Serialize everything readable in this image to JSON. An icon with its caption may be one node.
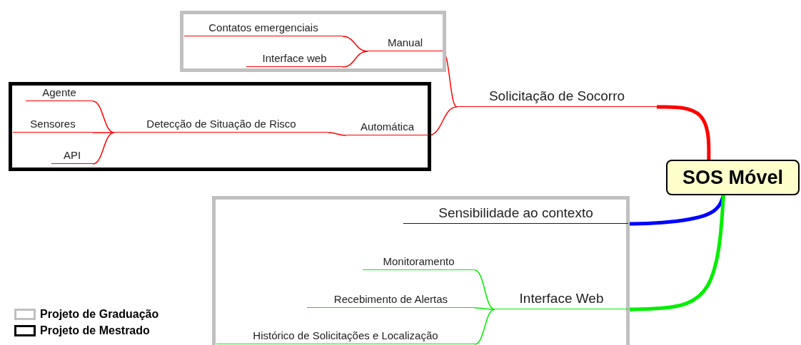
{
  "diagram": {
    "nodes": [
      {
        "text": [
          "SOS Móvel"
        ]
      },
      {
        "text": [
          "Solicitação de Socorro"
        ]
      },
      {
        "text": [],
        "shape": "box"
      },
      {
        "text": [
          "Manual"
        ],
        "in": 2
      },
      {
        "text": [
          "Contatos emergenciais"
        ],
        "in": 2
      },
      {
        "text": [
          "Interface web"
        ],
        "in": 2
      },
      {
        "text": [],
        "shape": "box"
      },
      {
        "text": [
          "Automática"
        ],
        "in": 6
      },
      {
        "text": [
          "Detecção de Situação de Risco"
        ],
        "in": 6
      },
      {
        "text": [
          "Agente"
        ],
        "in": 6
      },
      {
        "text": [
          "Sensores"
        ],
        "in": 6
      },
      {
        "text": [
          "API"
        ],
        "in": 6
      },
      {
        "text": [],
        "shape": "box"
      },
      {
        "text": [
          "Sensibilidade ao contexto"
        ],
        "in": 12
      },
      {
        "text": [
          "Interface Web"
        ],
        "in": 12
      },
      {
        "text": [
          "Monitoramento"
        ],
        "in": 12
      },
      {
        "text": [
          "Recebimento de Alertas"
        ],
        "in": 12
      },
      {
        "text": [
          "Histórico de Solicitações e Localização"
        ],
        "in": 12
      }
    ],
    "edges": [
      {
        "from": 0,
        "to": 1,
        "arrow": "none",
        "style": "thick"
      },
      {
        "from": 1,
        "to": 3,
        "arrow": "none"
      },
      {
        "from": 1,
        "to": 7,
        "arrow": "none"
      },
      {
        "from": 3,
        "to": 4,
        "arrow": "none"
      },
      {
        "from": 3,
        "to": 5,
        "arrow": "none"
      },
      {
        "from": 7,
        "to": 8,
        "arrow": "none"
      },
      {
        "from": 8,
        "to": 9,
        "arrow": "none"
      },
      {
        "from": 8,
        "to": 10,
        "arrow": "none"
      },
      {
        "from": 8,
        "to": 11,
        "arrow": "none"
      },
      {
        "from": 0,
        "to": 13,
        "arrow": "none",
        "style": "thick",
        "color": "#0000ff"
      },
      {
        "from": 0,
        "to": 14,
        "arrow": "none",
        "style": "thick",
        "color": "#00ee00"
      },
      {
        "from": 14,
        "to": 15,
        "arrow": "none",
        "color": "#00ee00"
      },
      {
        "from": 14,
        "to": 16,
        "arrow": "none",
        "color": "#00ee00"
      },
      {
        "from": 14,
        "to": 17,
        "arrow": "none",
        "color": "#00ee00"
      }
    ],
    "legend": [
      {
        "text": "Projeto de Graduação"
      },
      {
        "text": "Projeto de Mestrado"
      }
    ]
  }
}
